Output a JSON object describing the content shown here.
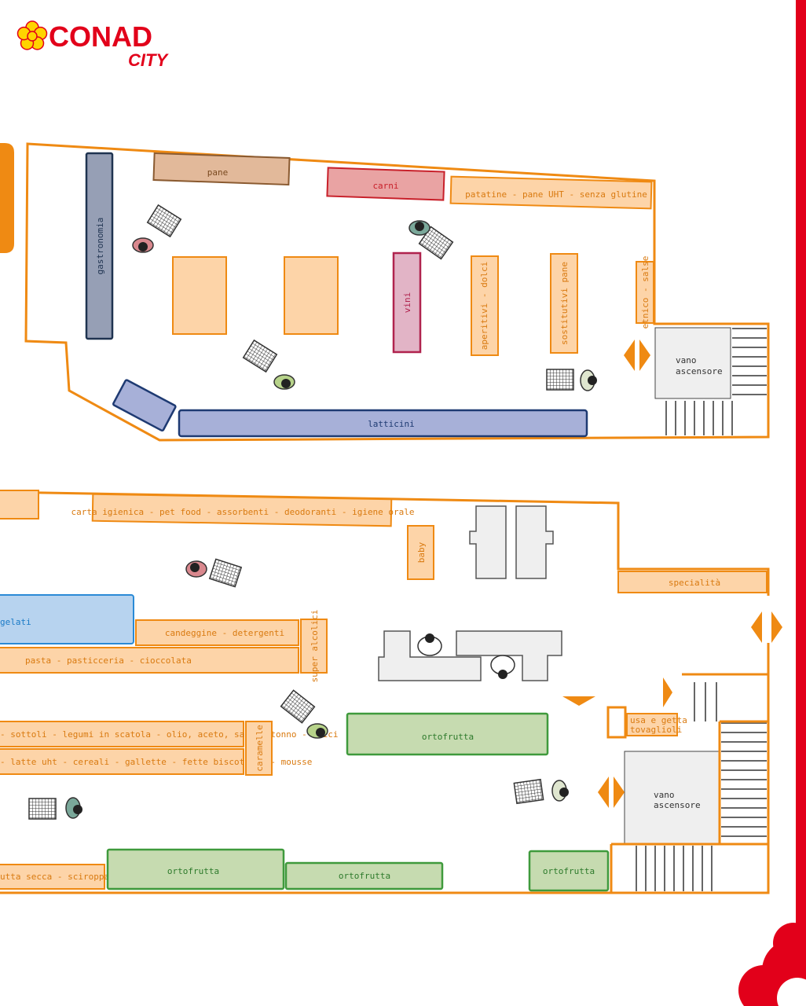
{
  "brand": {
    "name": "CONAD",
    "sub": "CITY",
    "red": "#e2001a",
    "yellow": "#ffd400"
  },
  "colors": {
    "wall": "#ef8a13",
    "shelf_fill": "#fdd4a8",
    "shelf_text": "#d97a10",
    "green_fill": "#c6dbb0",
    "green_stroke": "#3f9a3c",
    "green_text": "#2d7a2b",
    "blue_fill": "#a7b0d8",
    "blue_stroke": "#1e3a72",
    "blue_text": "#1e3a72",
    "grey_fill": "#969fb5",
    "grey_stroke": "#1f3350",
    "pink_fill": "#e2b4c6",
    "pink_stroke": "#b0234e",
    "pink_text": "#b0234e",
    "red_fill": "#e9a3a3",
    "red_stroke": "#c8202a",
    "brown_fill": "#e2b99a",
    "brown_stroke": "#8a5a30",
    "brown_text": "#7a4a20",
    "ice_fill": "#b7d3ef",
    "ice_stroke": "#2a8ad6",
    "ice_text": "#1a7ac6",
    "elevator_fill": "#efefef"
  },
  "upper_floor": {
    "pane": "pane",
    "carni": "carni",
    "patatine": "patatine - pane UHT - senza glutine",
    "gastronomia": "gastronomia",
    "vini": "vini",
    "aperitivi": "aperitivi - dolci",
    "sostitutivi": "sostitutivi pane",
    "etnico": "etnico - salse",
    "latticini": "latticini",
    "elevator": [
      "vano",
      "ascensore"
    ]
  },
  "lower_floor": {
    "carta": "carta igienica - pet food - assorbenti - deodoranti - igiene orale",
    "baby": "baby",
    "specialita": "specialità",
    "gelati": "gelati",
    "candeggine": "candeggine - detergenti",
    "pasta": "pasta - pasticceria - cioccolata",
    "super_alcolici": "super alcolici",
    "sottoli": "- sottoli - legumi in scatola - olio, aceto, sale - tonno - alici",
    "latte": "- latte uht - cereali - gallette - fette biscottate - mousse",
    "caramelle": "caramelle",
    "frutta_secca": "utta secca - sciroppata",
    "ortofrutta_main": "ortofrutta",
    "ortofrutta_1": "ortofrutta",
    "ortofrutta_2": "ortofrutta",
    "ortofrutta_3": "ortofrutta",
    "usa_getta": [
      "usa e getta",
      "tovaglioli"
    ],
    "elevator": [
      "vano",
      "ascensore"
    ]
  }
}
